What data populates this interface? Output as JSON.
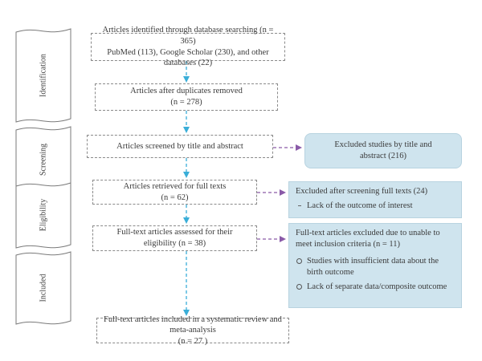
{
  "stages": {
    "identification": "Identification",
    "screening": "Screening",
    "eligibility": "Eligibility",
    "included": "Included"
  },
  "boxes": {
    "identified": {
      "line1": "Articles identified through database searching (n = 365)",
      "line2": "PubMed (113), Google Scholar (230), and other databases (22)"
    },
    "dedup": {
      "line1": "Articles after duplicates removed",
      "line2": "(n = 278)"
    },
    "screened": {
      "line1": "Articles screened by title and abstract"
    },
    "retrieved": {
      "line1": "Articles retrieved for full texts",
      "line2": "(n = 62)"
    },
    "assessed": {
      "line1": "Full-text articles assessed for their",
      "line2": "eligibility (n = 38)"
    },
    "included": {
      "line1": "Full-text articles included in a systematic review and meta-analysis",
      "line2": "(n = 27 )"
    }
  },
  "exclusions": {
    "title_abstract": {
      "line1": "Excluded studies by title and",
      "line2": "abstract (216)"
    },
    "full_text": {
      "head": "Excluded after screening full texts (24)",
      "items": [
        "Lack of the outcome of interest"
      ]
    },
    "criteria": {
      "head": "Full-text articles excluded due to unable to meet inclusion criteria (n = 11)",
      "items": [
        "Studies with insufficient data about the birth outcome",
        "Lack of separate data/composite outcome"
      ]
    }
  },
  "colors": {
    "down_arrow": "#3aaed8",
    "side_arrow": "#8a5aa8",
    "exclusion_fill": "#cfe4ee"
  }
}
